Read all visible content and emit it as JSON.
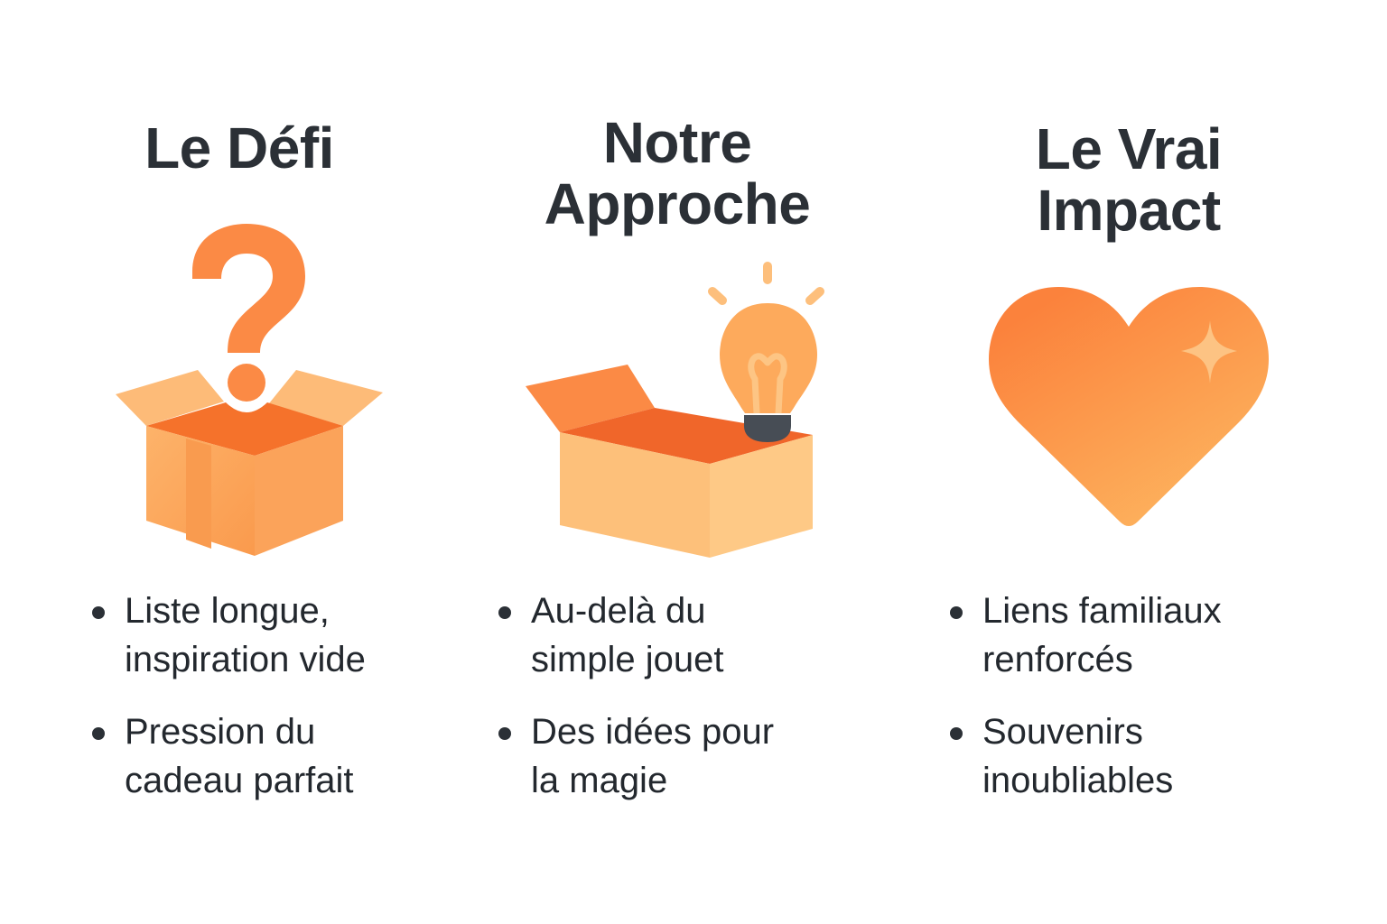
{
  "colors": {
    "background": "#ffffff",
    "text": "#2b3036",
    "orange_dark": "#f26b2a",
    "orange_mid": "#fb8a45",
    "orange_light": "#fdb36a",
    "peach": "#fecb86",
    "bulb_base": "#474d55"
  },
  "columns": [
    {
      "title_lines": [
        "Le Défi"
      ],
      "icon": "question-box-icon",
      "bullets": [
        {
          "lines": [
            "Liste longue,",
            "inspiration vide"
          ]
        },
        {
          "lines": [
            "Pression du",
            "cadeau parfait"
          ]
        }
      ]
    },
    {
      "title_lines": [
        "Notre",
        "Approche"
      ],
      "icon": "lightbulb-box-icon",
      "bullets": [
        {
          "lines": [
            "Au-delà du",
            "simple jouet"
          ]
        },
        {
          "lines": [
            "Des idées pour",
            "la magie"
          ]
        }
      ]
    },
    {
      "title_lines": [
        "Le Vrai",
        "Impact"
      ],
      "icon": "sparkle-heart-icon",
      "bullets": [
        {
          "lines": [
            "Liens familiaux",
            "renforcés"
          ]
        },
        {
          "lines": [
            "Souvenirs",
            "inoubliables"
          ]
        }
      ]
    }
  ]
}
